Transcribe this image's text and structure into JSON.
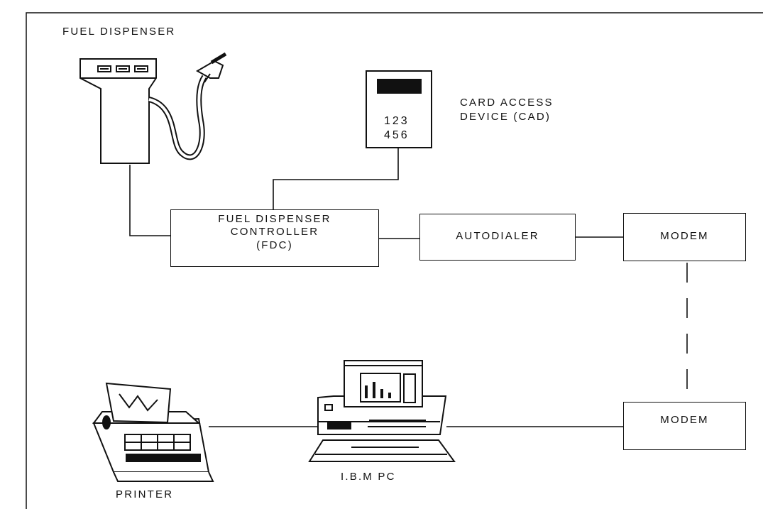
{
  "labels": {
    "fuel_dispenser": "FUEL DISPENSER",
    "cad_line1": "CARD ACCESS",
    "cad_line2": "DEVICE (CAD)",
    "cad_keys_line1": "123",
    "cad_keys_line2": "456",
    "fdc_line1": "FUEL DISPENSER",
    "fdc_line2": "CONTROLLER",
    "fdc_line3": "(FDC)",
    "autodialer": "AUTODIALER",
    "modem_top": "MODEM",
    "modem_bottom": "MODEM",
    "printer": "PRINTER",
    "ibm_pc": "I.B.M PC"
  }
}
